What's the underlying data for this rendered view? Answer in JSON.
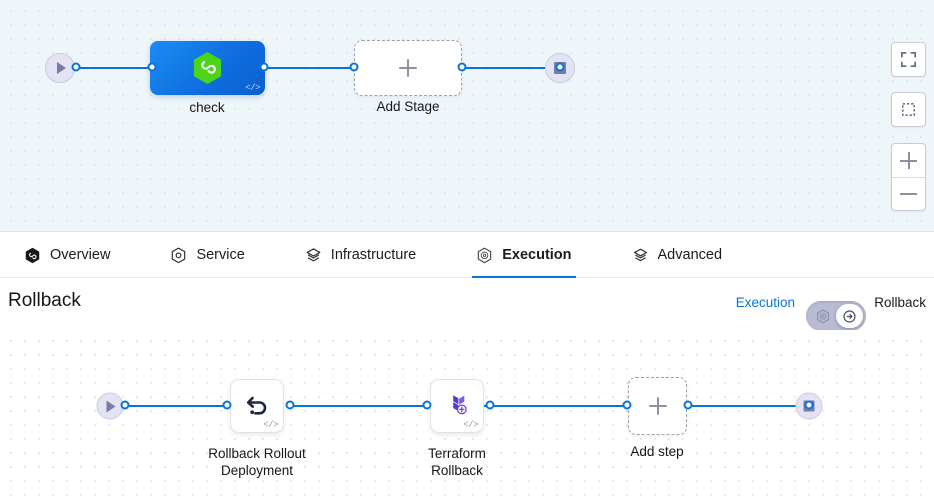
{
  "top_canvas": {
    "name": "pipeline-stage-canvas",
    "start_node": {
      "icon": "play-icon"
    },
    "end_node": {
      "icon": "stop-square-icon"
    },
    "stages": [
      {
        "id": "check",
        "label": "check",
        "type": "stage",
        "icon": "harness-hexagon-icon",
        "badge": "</>",
        "selected": true,
        "color": "#0f6fe0"
      },
      {
        "id": "add-stage",
        "label": "Add Stage",
        "type": "add",
        "icon": "plus-icon"
      }
    ]
  },
  "controls": {
    "fit_screen_label": "fit-to-screen",
    "select_label": "marquee-select",
    "zoom_in_label": "zoom-in",
    "zoom_out_label": "zoom-out"
  },
  "tabs": [
    {
      "label": "Overview",
      "icon": "harness-hexagon-icon",
      "active": false
    },
    {
      "label": "Service",
      "icon": "service-hexagon-icon",
      "active": false
    },
    {
      "label": "Infrastructure",
      "icon": "infrastructure-layers-icon",
      "active": false
    },
    {
      "label": "Execution",
      "icon": "execution-hexagon-icon",
      "active": true
    },
    {
      "label": "Advanced",
      "icon": "advanced-layers-icon",
      "active": false
    }
  ],
  "rollback_section": {
    "title": "Rollback",
    "toggle": {
      "left_label": "Execution",
      "right_label": "Rollback",
      "state": "rollback",
      "left_icon": "execution-hexagon-icon",
      "right_icon": "rollback-arrow-icon",
      "track_color": "#b9bad4",
      "left_label_color": "#0b74d8",
      "right_label_color": "#1b1c20"
    }
  },
  "bottom_canvas": {
    "name": "rollback-step-canvas",
    "start_node": {
      "icon": "play-icon"
    },
    "end_node": {
      "icon": "stop-square-icon"
    },
    "steps": [
      {
        "id": "rollback-rollout-deployment",
        "label": "Rollback Rollout\nDeployment",
        "type": "step",
        "icon": "undo-arrow-icon",
        "badge": "</>"
      },
      {
        "id": "terraform-rollback",
        "label": "Terraform\nRollback",
        "type": "step",
        "icon": "terraform-icon",
        "badge": "</>"
      },
      {
        "id": "add-step",
        "label": "Add step",
        "type": "add",
        "icon": "plus-icon"
      }
    ]
  },
  "theme": {
    "edge_color": "#0b74d8",
    "accent": "#0b74d8",
    "top_canvas_bg": "#eef6fa",
    "bottom_canvas_bg": "#ffffff",
    "terminal_bg": "#e3e3f3"
  }
}
